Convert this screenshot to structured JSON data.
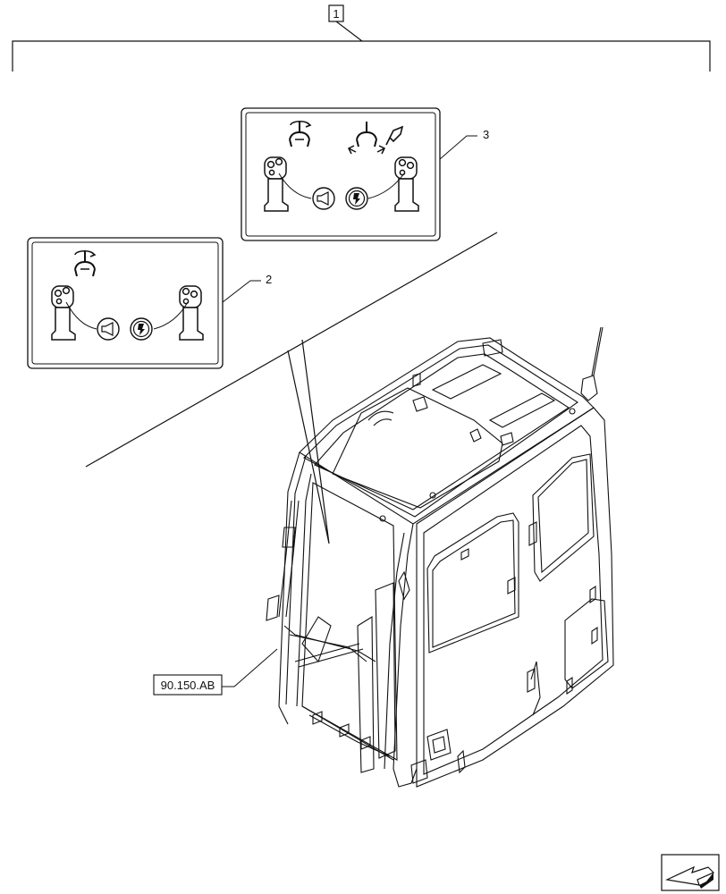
{
  "callouts": {
    "assembly": "1",
    "decal_left": "2",
    "decal_right": "3"
  },
  "reference": {
    "section": "90.150.AB"
  },
  "icons": {
    "nav": "arrow-icon",
    "horn": "horn-icon",
    "hammer": "hammer-icon",
    "grapple": "grapple-rotate-icon",
    "joystick": "joystick-icon"
  },
  "colors": {
    "line": "#111111",
    "background": "#ffffff"
  }
}
